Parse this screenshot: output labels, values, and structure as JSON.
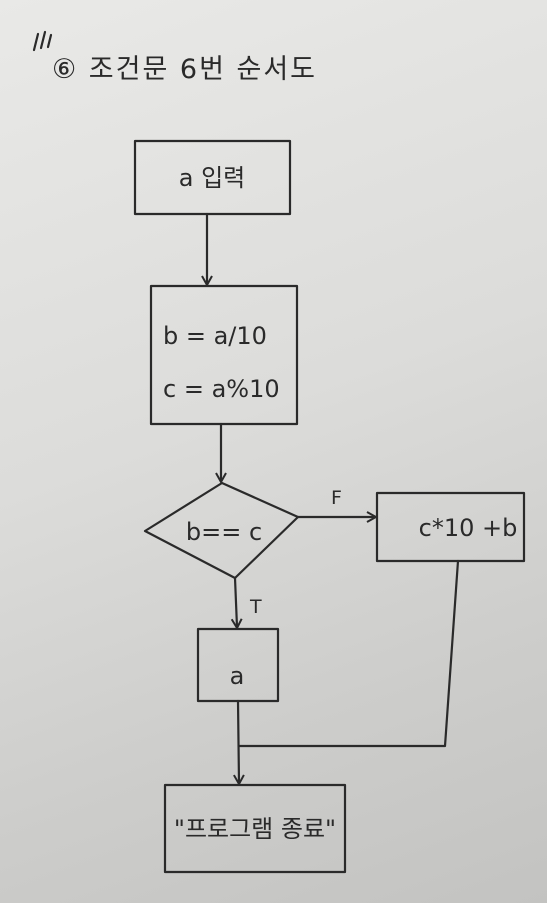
{
  "title": "⑥ 조건문 6번 순서도",
  "nodes": {
    "input": {
      "text": "a 입력"
    },
    "compute": {
      "line1": "b = a/10",
      "line2": "c = a%10"
    },
    "decision": {
      "text": "b== c"
    },
    "false_branch": {
      "text": "c*10 +b"
    },
    "true_output": {
      "text": "a"
    },
    "end": {
      "text": "\"프로그램 종료\""
    }
  },
  "edges": {
    "false_label": "F",
    "true_label": "T"
  }
}
